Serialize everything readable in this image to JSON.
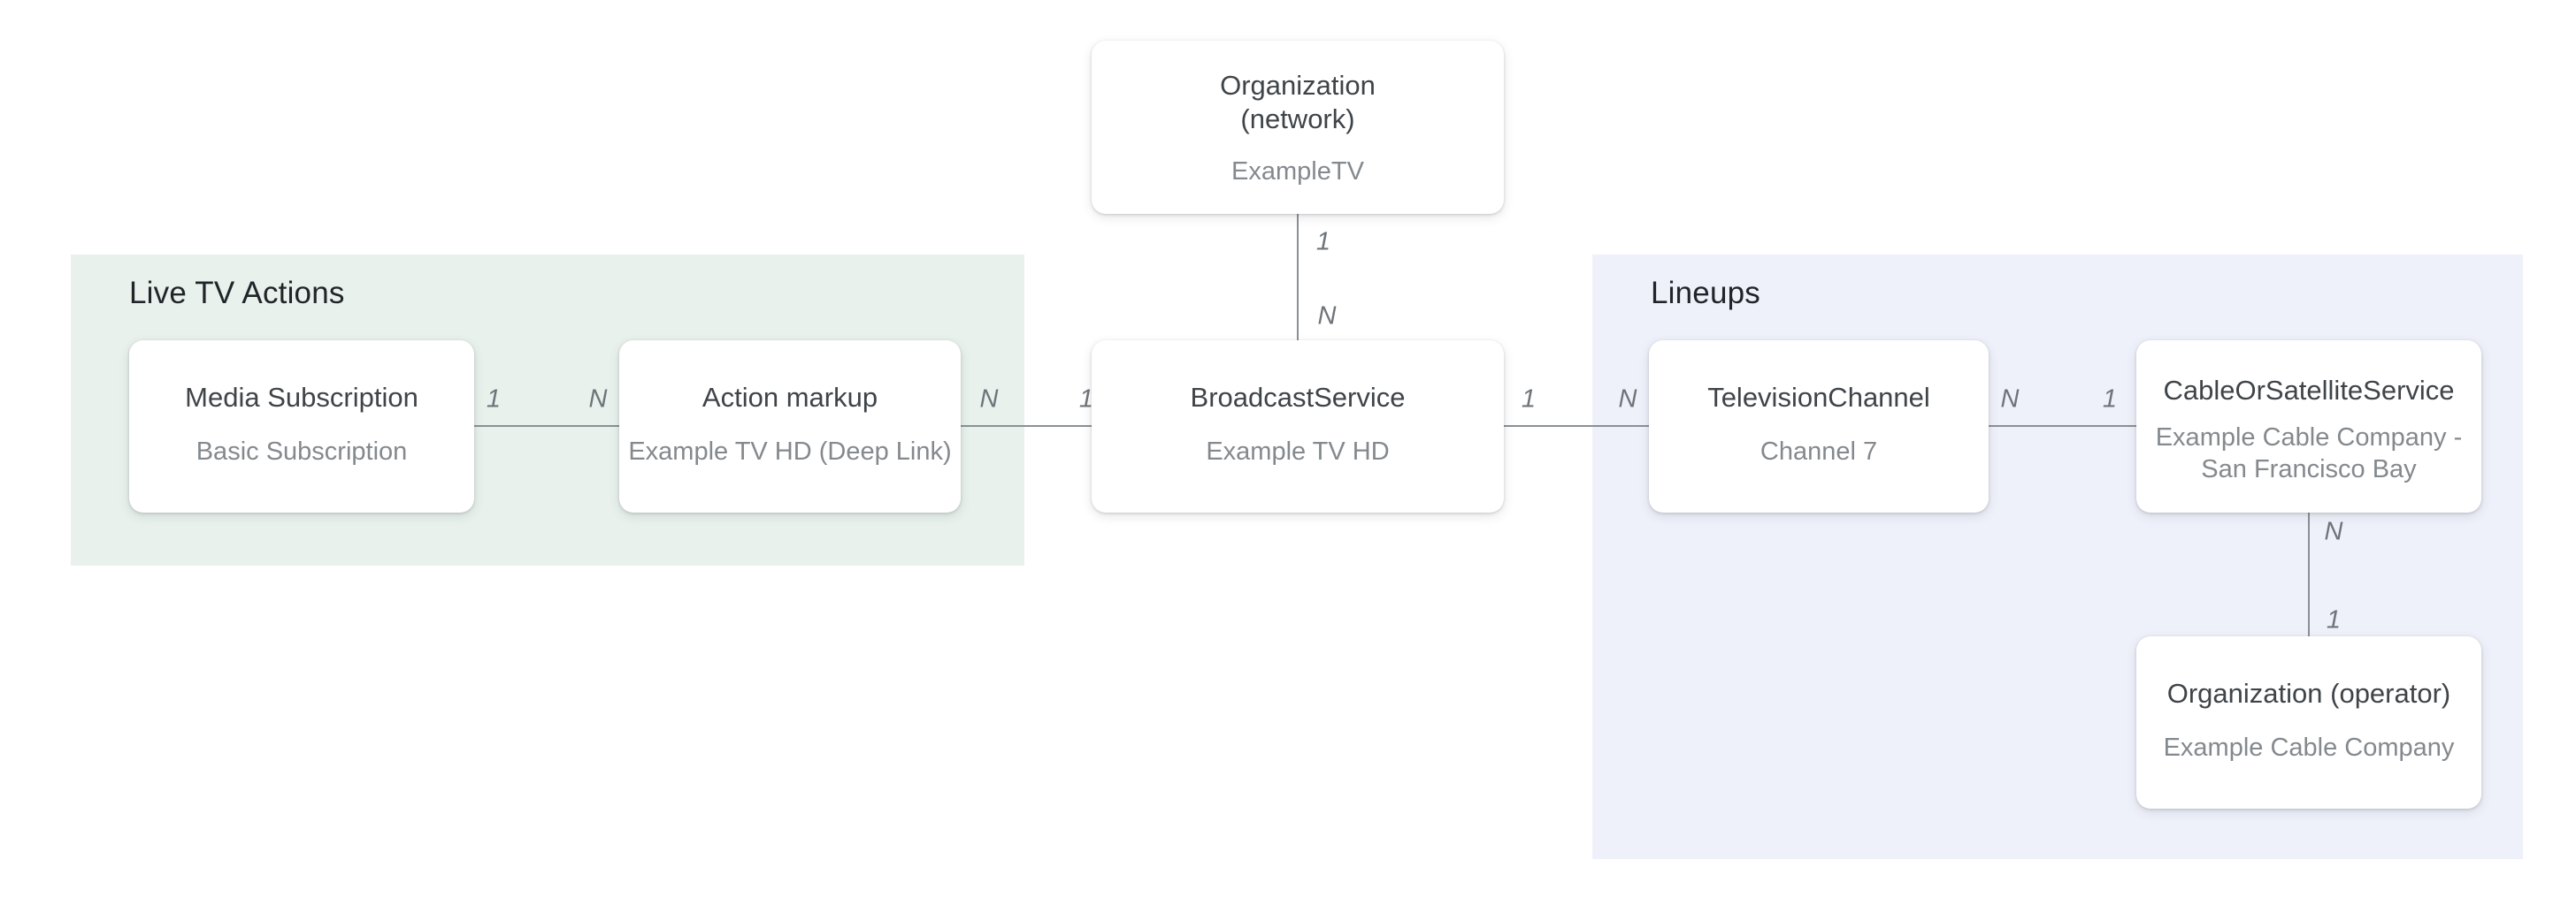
{
  "diagram": {
    "groups": {
      "live_tv_actions": {
        "label": "Live TV Actions",
        "color": "#e8f1ec"
      },
      "lineups": {
        "label": "Lineups",
        "color": "#eef1fa"
      }
    },
    "nodes": {
      "organization_network": {
        "title": "Organization (network)",
        "title_lines": [
          "Organization",
          "(network)"
        ],
        "subtitle": "ExampleTV"
      },
      "media_subscription": {
        "title": "Media Subscription",
        "subtitle": "Basic Subscription"
      },
      "action_markup": {
        "title": "Action markup",
        "subtitle": "Example TV HD (Deep Link)"
      },
      "broadcast_service": {
        "title": "BroadcastService",
        "subtitle": "Example TV HD"
      },
      "television_channel": {
        "title": "TelevisionChannel",
        "subtitle": "Channel 7"
      },
      "cable_or_satellite_service": {
        "title": "CableOrSatelliteService",
        "subtitle": "Example Cable Company - San Francisco Bay",
        "subtitle_lines": [
          "Example Cable Company -",
          "San Francisco Bay"
        ]
      },
      "organization_operator": {
        "title": "Organization (operator)",
        "subtitle": "Example Cable Company"
      }
    },
    "edges": {
      "network_broadcast": {
        "from_label": "1",
        "to_label": "N"
      },
      "media_action": {
        "from_label": "1",
        "to_label": "N"
      },
      "action_broadcast": {
        "from_label": "N",
        "to_label": "1"
      },
      "broadcast_television": {
        "from_label": "1",
        "to_label": "N"
      },
      "television_cable": {
        "from_label": "N",
        "to_label": "1"
      },
      "cable_operator": {
        "from_label": "N",
        "to_label": "1"
      }
    },
    "colors": {
      "background": "#ffffff",
      "line": "#8a9095",
      "node_title": "#3f4449",
      "node_subtitle": "#84898e",
      "section_title": "#212529",
      "edge_label": "#6e747a"
    }
  }
}
